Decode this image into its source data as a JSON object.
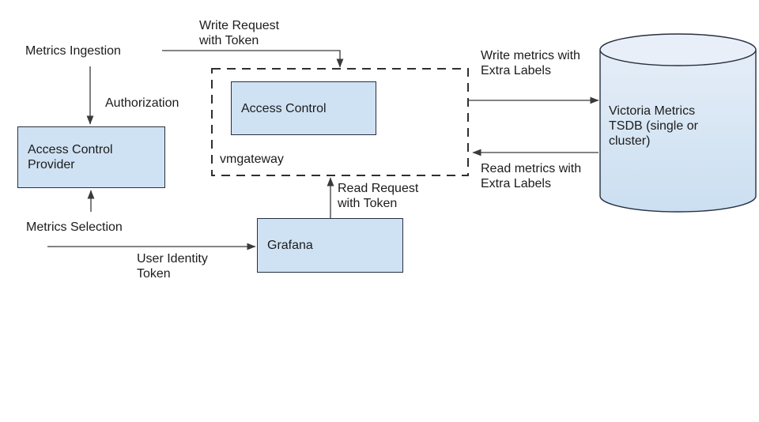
{
  "diagram": {
    "nodes": {
      "access_control_provider": {
        "label": "Access Control\nProvider"
      },
      "access_control": {
        "label": "Access Control"
      },
      "grafana": {
        "label": "Grafana"
      },
      "vmgateway": {
        "label": "vmgateway"
      },
      "tsdb": {
        "label": "Victoria Metrics\nTSDB (single or\ncluster)"
      }
    },
    "annotations": {
      "metrics_ingestion": "Metrics Ingestion",
      "write_request": "Write Request\nwith Token",
      "authorization": "Authorization",
      "metrics_selection": "Metrics Selection",
      "user_identity": "User Identity\nToken",
      "read_request": "Read Request\nwith Token",
      "write_metrics": "Write metrics with\nExtra Labels",
      "read_metrics": "Read metrics with\nExtra Labels"
    },
    "colors": {
      "node_fill": "#cfe2f3",
      "node_border": "#273040",
      "cylinder_top_fill": "#e9eff8",
      "cylinder_body_top": "#e5edf7",
      "cylinder_body_bottom": "#cbdff1",
      "connector": "#3a3a3a",
      "dashed_border": "#2f2f2f",
      "text": "#1c1c1c",
      "background": "#ffffff"
    }
  }
}
